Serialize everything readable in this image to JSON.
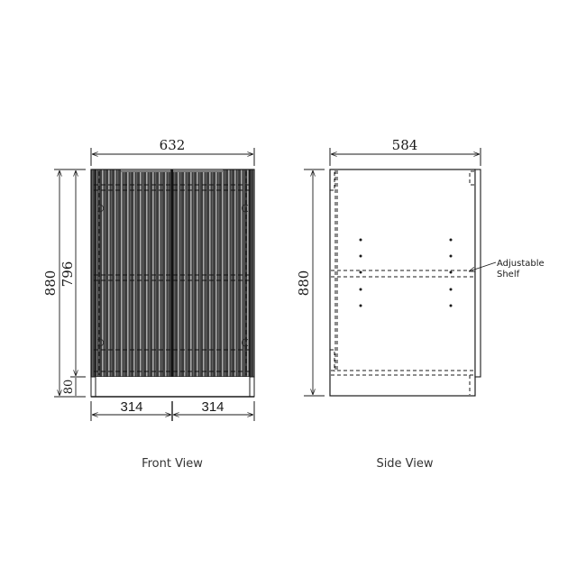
{
  "drawing": {
    "colors": {
      "line": "#1a1a1a",
      "panel_dark": "#3a3a3a",
      "panel_light": "#9a9a9a",
      "background": "#ffffff"
    },
    "front_view": {
      "label": "Front View",
      "width_dim": "632",
      "height_total_dim": "880",
      "height_body_dim": "796",
      "height_plinth_dim": "80",
      "door_left_dim": "314",
      "door_right_dim": "314"
    },
    "side_view": {
      "label": "Side View",
      "depth_dim": "584",
      "height_dim": "880",
      "callout": {
        "line1": "Adjustable",
        "line2": "Shelf"
      }
    }
  }
}
